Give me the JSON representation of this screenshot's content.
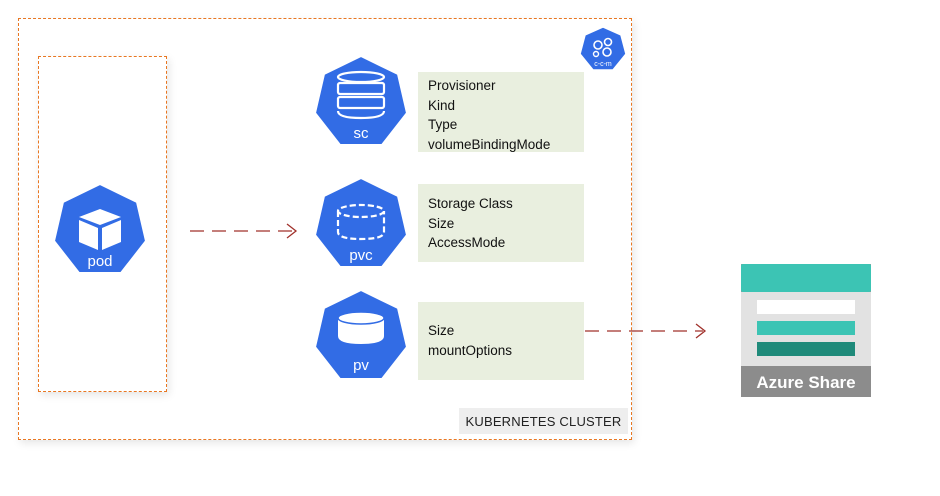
{
  "cluster_label": "KUBERNETES CLUSTER",
  "ccm_badge_text": "c-c-m",
  "pod": {
    "label": "pod"
  },
  "sc": {
    "label": "sc",
    "fields": [
      "Provisioner",
      "Kind",
      "Type",
      "volumeBindingMode"
    ]
  },
  "pvc": {
    "label": "pvc",
    "fields": [
      "Storage Class",
      "Size",
      "AccessMode"
    ]
  },
  "pv": {
    "label": "pv",
    "fields": [
      "Size",
      "mountOptions"
    ]
  },
  "azure_share": {
    "label": "Azure Share"
  },
  "colors": {
    "k8s_blue": "#326ce5",
    "dashed_border": "#e87722",
    "arrow": "#a0312b",
    "info_bg": "#e9efdf",
    "azure_teal": "#3cc4b4",
    "azure_dark_teal": "#1f8a7a",
    "azure_gray": "#8c8c8c"
  },
  "icons": {
    "pod": "cube-icon",
    "sc": "storage-class-icon",
    "pvc": "volume-claim-icon",
    "pv": "persistent-volume-icon",
    "ccm": "cloud-controller-manager-icon",
    "azure": "azure-files-share-icon"
  }
}
